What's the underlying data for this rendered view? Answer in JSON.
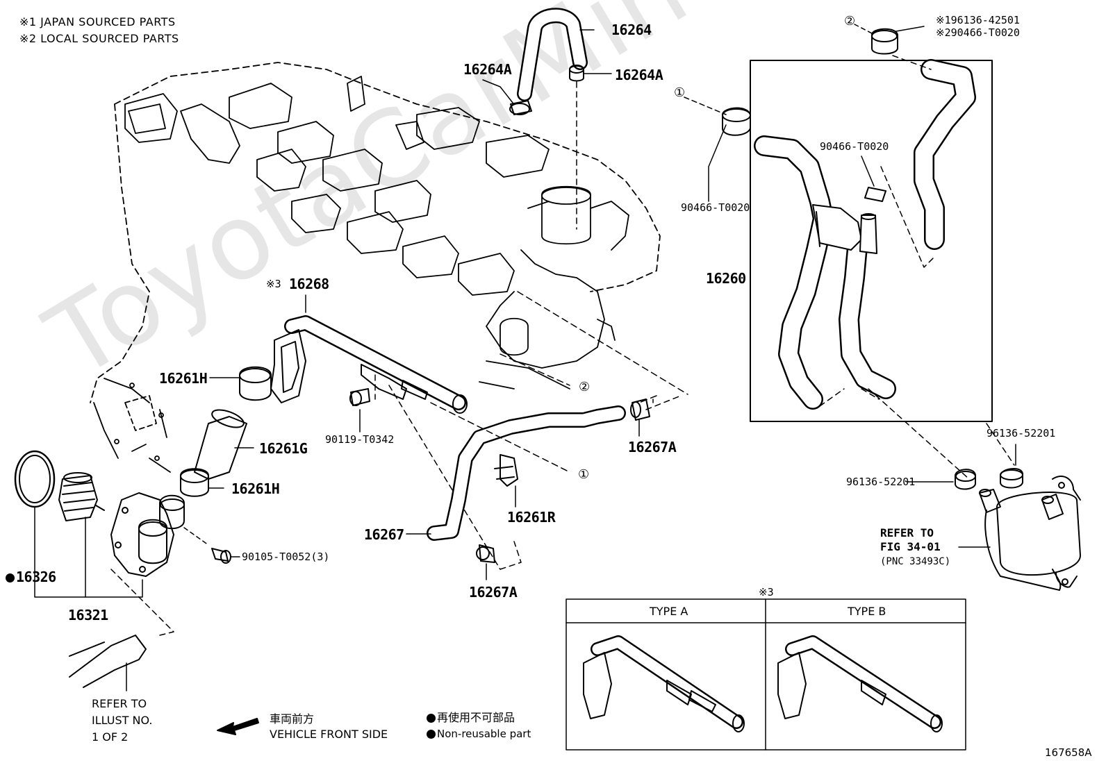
{
  "notes": {
    "note1": "※1 JAPAN SOURCED PARTS",
    "note2": "※2 LOCAL SOURCED PARTS"
  },
  "watermark": "ToyotaCarMine.ru",
  "part_labels": {
    "p16264": "16264",
    "p16264A_left": "16264A",
    "p16264A_right": "16264A",
    "p16268": "16268",
    "p16268_prefix": "※3",
    "p16261H_top": "16261H",
    "p16261G": "16261G",
    "p16261H_bottom": "16261H",
    "p90119": "90119-T0342",
    "p16267A_right": "16267A",
    "p16261R": "16261R",
    "p16267": "16267",
    "p16267A_bottom": "16267A",
    "p90105": "90105-T0052(3)",
    "p16326": "16326",
    "p16321": "16321",
    "p16260": "16260",
    "p90466_left": "90466-T0020",
    "p90466_center": "90466-T0020",
    "p96136_top": "96136-52201",
    "p96136_left": "96136-52201",
    "p196136": "※196136-42501",
    "p290466": "※290466-T0020"
  },
  "circled": {
    "c1_top": "①",
    "c2_top": "②",
    "c2_mid": "②",
    "c1_mid": "①"
  },
  "refer_cooler": {
    "line1": "REFER TO",
    "line2": "FIG 34-01",
    "line3": "(PNC 33493C)"
  },
  "refer_illust": {
    "line1": "REFER TO",
    "line2": "ILLUST NO.",
    "line3": "1 OF 2"
  },
  "front_side": {
    "jp": "車両前方",
    "en": "VEHICLE FRONT SIDE"
  },
  "legend": {
    "jp": "再使用不可部品",
    "en": "Non-reusable part"
  },
  "type_table": {
    "mark": "※3",
    "type_a": "TYPE A",
    "type_b": "TYPE B"
  },
  "figure_id": "167658A"
}
